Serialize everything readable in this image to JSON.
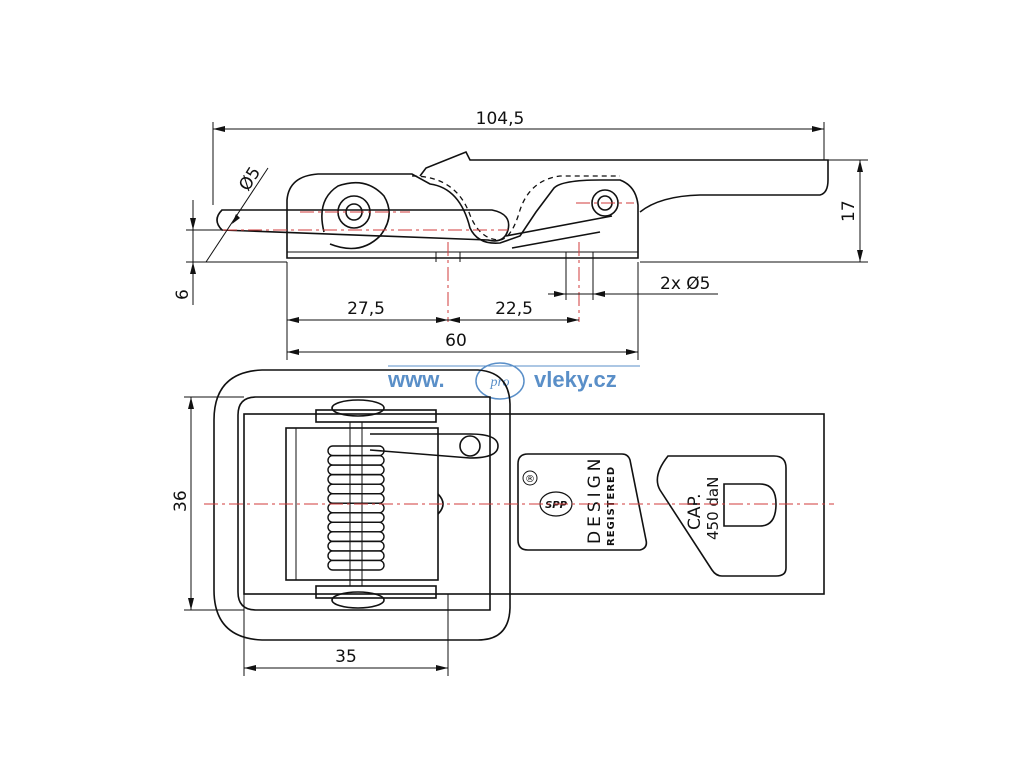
{
  "dimensions": {
    "overall_length": "104,5",
    "pin_diameter": "Ø5",
    "height": "17",
    "thickness": "6",
    "spacing_a": "27,5",
    "spacing_b": "22,5",
    "base_length": "60",
    "holes": "2x Ø5",
    "width": "36",
    "loop_length": "35"
  },
  "plate": {
    "line1": "DESIGN",
    "line2": "REGISTERED",
    "registered_mark": "®",
    "logo_text": "SPP",
    "cap_label": "CAP.",
    "cap_value": "450 daN"
  },
  "watermark": {
    "prefix": "www.",
    "middle": "pro",
    "suffix": "vleky.cz"
  },
  "colors": {
    "line": "#111111",
    "centerline": "#d23b3b",
    "watermark": "#5a8fc8"
  },
  "icons": [
    "spp-logo-icon",
    "registered-mark-icon"
  ]
}
